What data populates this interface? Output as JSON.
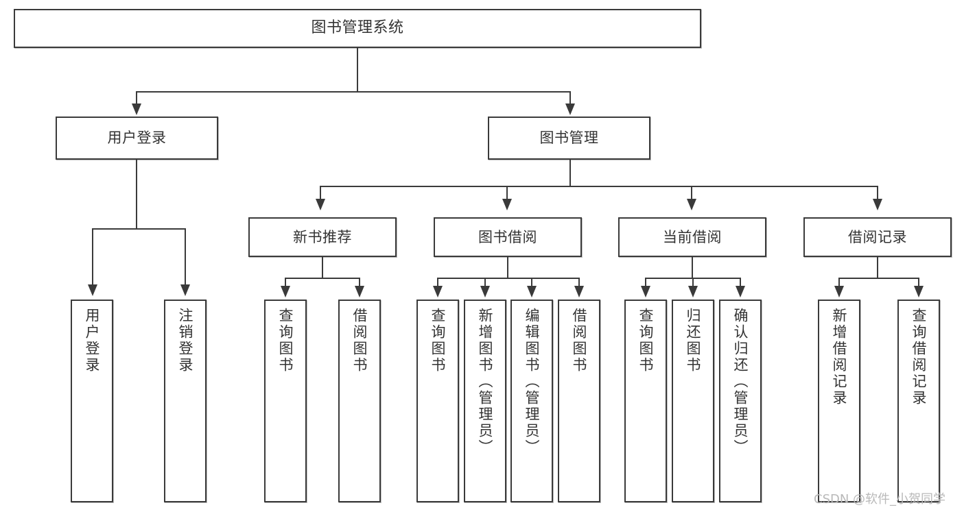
{
  "diagram": {
    "type": "tree",
    "title": "图书管理系统",
    "orientation": "top-down",
    "watermark": "CSDN @软件_小贺同学",
    "colors": {
      "background": "#ffffff",
      "box_border": "#3a3a3a",
      "text": "#333333",
      "connector": "#3a3a3a",
      "watermark": "#b9b9b9"
    },
    "levels": [
      {
        "level": 1,
        "nodes": [
          "图书管理系统"
        ]
      },
      {
        "level": 2,
        "nodes": [
          "用户登录",
          "图书管理"
        ]
      },
      {
        "level": 3,
        "nodes": [
          "新书推荐",
          "图书借阅",
          "当前借阅",
          "借阅记录"
        ]
      },
      {
        "level": 4,
        "nodes": [
          "用户登录",
          "注销登录",
          "查询图书",
          "借阅图书",
          "查询图书",
          "新增图书（管理员）",
          "编辑图书（管理员）",
          "借阅图书",
          "查询图书",
          "归还图书",
          "确认归还（管理员）",
          "新增借阅记录",
          "查询借阅记录"
        ]
      }
    ],
    "root": {
      "label": "图书管理系统"
    },
    "branches": [
      {
        "label": "用户登录",
        "children": [
          {
            "label": "用户登录"
          },
          {
            "label": "注销登录"
          }
        ]
      },
      {
        "label": "图书管理",
        "children": [
          {
            "label": "新书推荐",
            "children": [
              {
                "label": "查询图书"
              },
              {
                "label": "借阅图书"
              }
            ]
          },
          {
            "label": "图书借阅",
            "children": [
              {
                "label": "查询图书"
              },
              {
                "label": "新增图书（管理员）"
              },
              {
                "label": "编辑图书（管理员）"
              },
              {
                "label": "借阅图书"
              }
            ]
          },
          {
            "label": "当前借阅",
            "children": [
              {
                "label": "查询图书"
              },
              {
                "label": "归还图书"
              },
              {
                "label": "确认归还（管理员）"
              }
            ]
          },
          {
            "label": "借阅记录",
            "children": [
              {
                "label": "新增借阅记录"
              },
              {
                "label": "查询借阅记录"
              }
            ]
          }
        ]
      }
    ],
    "flat_labels": {
      "root": "图书管理系统",
      "l2_user_login": "用户登录",
      "l2_book_mgmt": "图书管理",
      "l3_new_book": "新书推荐",
      "l3_borrow": "图书借阅",
      "l3_current": "当前借阅",
      "l3_record": "借阅记录",
      "leaf_user_login": "用户登录",
      "leaf_logout": "注销登录",
      "leaf_nb_query": "查询图书",
      "leaf_nb_borrow": "借阅图书",
      "leaf_bb_query": "查询图书",
      "leaf_bb_add": "新增图书（管理员）",
      "leaf_bb_edit": "编辑图书（管理员）",
      "leaf_bb_borrow": "借阅图书",
      "leaf_cb_query": "查询图书",
      "leaf_cb_return": "归还图书",
      "leaf_cb_confirm": "确认归还（管理员）",
      "leaf_rec_add": "新增借阅记录",
      "leaf_rec_query": "查询借阅记录"
    }
  }
}
